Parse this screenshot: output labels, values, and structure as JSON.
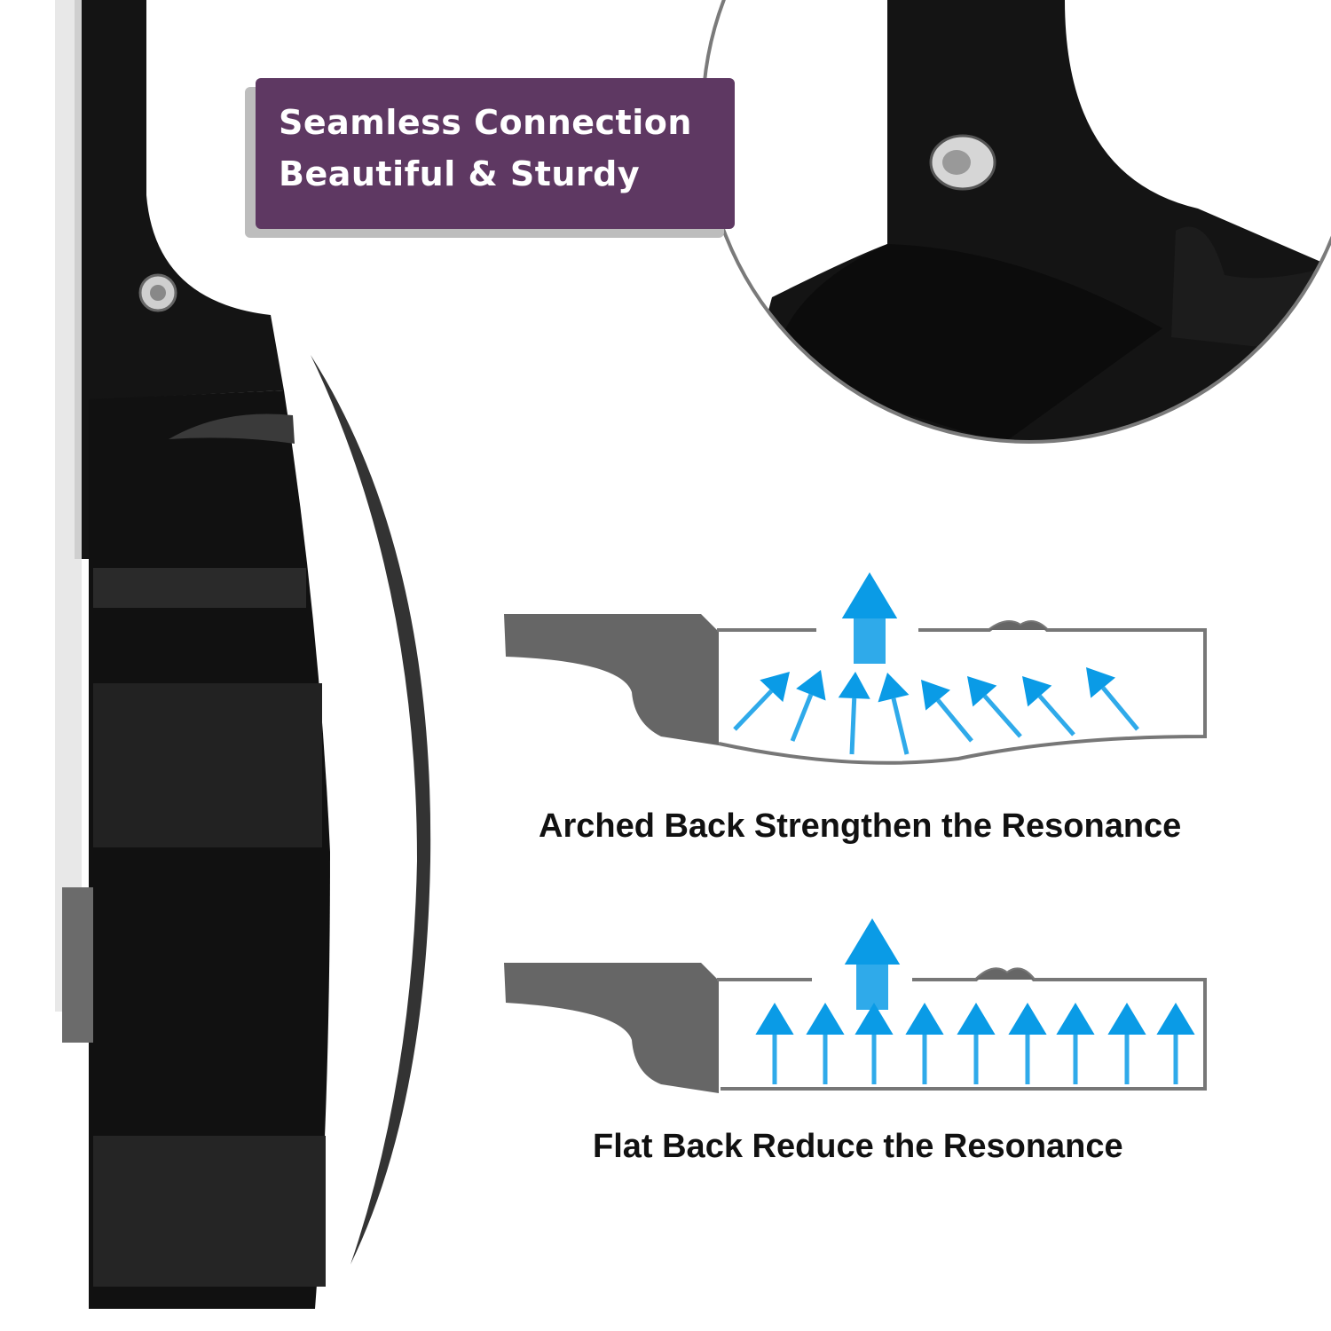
{
  "callout": {
    "line1": "Seamless Connection",
    "line2": "Beautiful & Sturdy"
  },
  "diagrams": {
    "arched_caption": "Arched Back Strengthen the Resonance",
    "flat_caption": "Flat Back Reduce the Resonance"
  },
  "colors": {
    "callout_bg": "#5e3862",
    "arrow_blue": "#0a9be6",
    "guitar_black": "#111111",
    "diagram_gray": "#666666"
  }
}
